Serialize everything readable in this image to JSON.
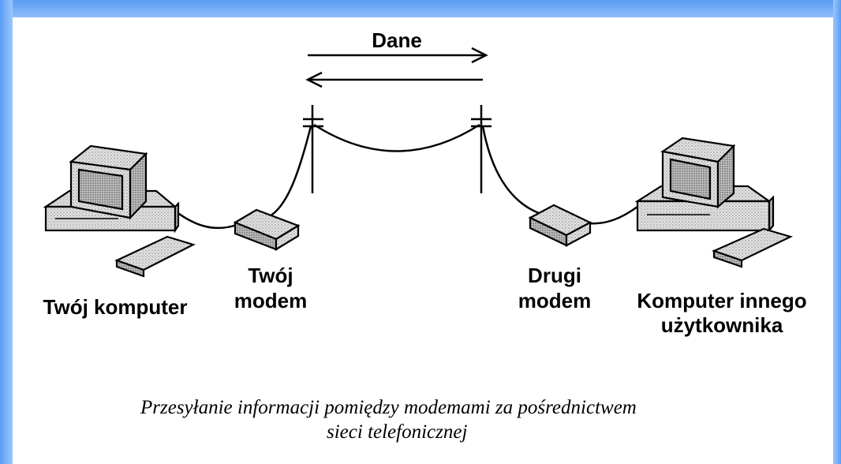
{
  "diagram": {
    "data_label": "Dane",
    "left_computer_label": "Twój komputer",
    "left_modem_label_line1": "Twój",
    "left_modem_label_line2": "modem",
    "right_modem_label_line1": "Drugi",
    "right_modem_label_line2": "modem",
    "right_computer_label_line1": "Komputer innego",
    "right_computer_label_line2": "użytkownika",
    "caption_line1": "Przesyłanie informacji pomiędzy modemami za pośrednictwem",
    "caption_line2": "sieci telefonicznej"
  },
  "colors": {
    "frame": "#6ea8f7",
    "device_fill": "#d8d8d8",
    "screen_fill": "#b4b4b4",
    "ink": "#000000"
  }
}
